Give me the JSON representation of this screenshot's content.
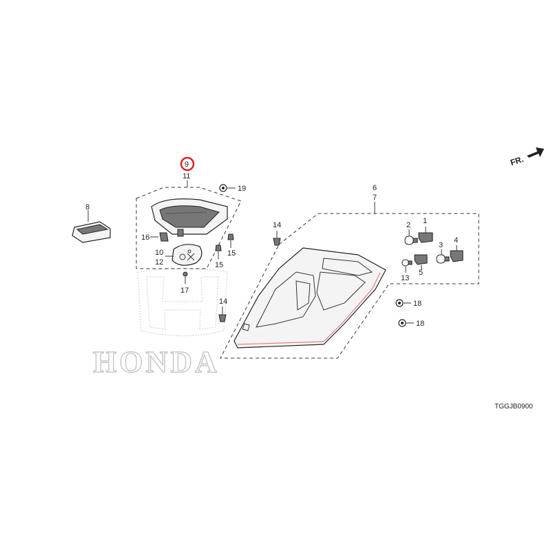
{
  "diagram": {
    "part_code": "TGGJB0900",
    "direction_label": "FR.",
    "highlighted_callout": "9",
    "watermark_text": "HONDA",
    "callouts": {
      "c1": "1",
      "c2": "2",
      "c3": "3",
      "c4": "4",
      "c5": "5",
      "c6": "6",
      "c7": "7",
      "c8": "8",
      "c9": "9",
      "c10": "10",
      "c11": "11",
      "c12": "12",
      "c13": "13",
      "c14a": "14",
      "c14b": "14",
      "c15a": "15",
      "c15b": "15",
      "c16": "16",
      "c17": "17",
      "c18a": "18",
      "c18b": "18",
      "c19": "19"
    },
    "colors": {
      "highlight": "#e0201b",
      "line": "#333333",
      "watermark": "#bdbdbd"
    }
  }
}
